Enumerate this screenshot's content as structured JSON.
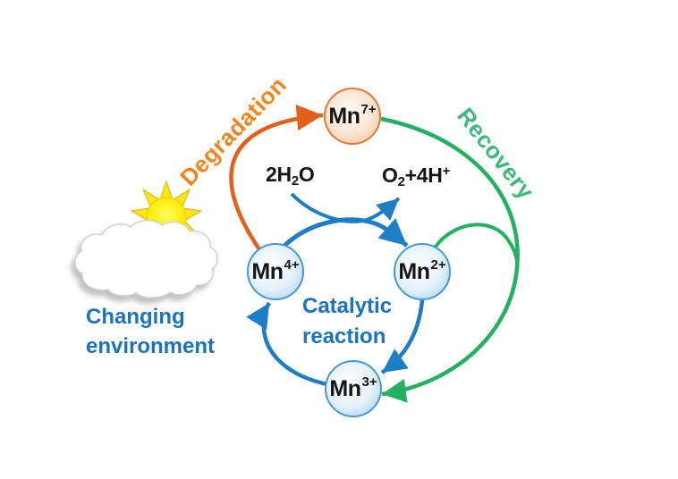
{
  "colors": {
    "degradation_arrow_orange": "#E2601C",
    "degradation_text_orange": "#F5841C",
    "recovery_arrow_green": "#22B161",
    "recovery_text_green": "#3DBA7A",
    "cycle_arrow_blue": "#1D7DC5",
    "text_blue": "#1B72C0",
    "formula_black": "#151515",
    "mn_ball_blue_border": "#4898D0",
    "mn_ball_orange_border": "#DC7A3D",
    "sun_yellow": "#FFE81A",
    "cloud_white": "#FFFFFF"
  },
  "nodes": {
    "mn7": {
      "element": "Mn",
      "charge": "7+"
    },
    "mn4": {
      "element": "Mn",
      "charge": "4+"
    },
    "mn2": {
      "element": "Mn",
      "charge": "2+"
    },
    "mn3": {
      "element": "Mn",
      "charge": "3+"
    }
  },
  "pathways": {
    "degradation_label": "Degradation",
    "recovery_label": "Recovery",
    "catalytic_line1": "Catalytic",
    "catalytic_line2": "reaction",
    "environment_line1": "Changing",
    "environment_line2": "environment"
  },
  "reaction": {
    "reactant_prefix": "2H",
    "reactant_subscript": "2",
    "reactant_suffix": "O",
    "product_o": "O",
    "product_o_subscript": "2",
    "product_mid": "+4H",
    "product_superscript": "+"
  }
}
